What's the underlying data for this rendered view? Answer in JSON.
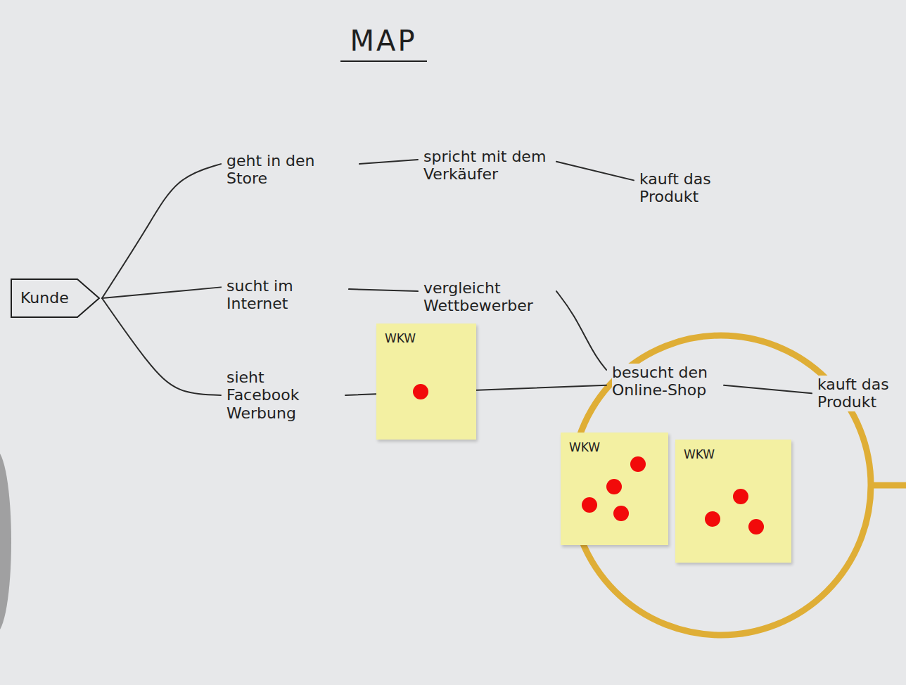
{
  "diagram": {
    "title": "MAP",
    "nodes": [
      {
        "text": [
          "Kunde"
        ]
      },
      {
        "text": [
          "geht in den Store"
        ]
      },
      {
        "text": [
          "spricht mit dem Verkäufer"
        ]
      },
      {
        "text": [
          "kauft das Produkt"
        ]
      },
      {
        "text": [
          "sucht im Internet"
        ]
      },
      {
        "text": [
          "vergleicht Wettbewerber"
        ]
      },
      {
        "text": [
          "sieht Facebook Werbung"
        ]
      },
      {
        "text": [
          "WKW"
        ]
      },
      {
        "text": [
          "besucht den Online-Shop"
        ]
      },
      {
        "text": [
          "kauft das Produkt"
        ]
      },
      {
        "text": [
          "WKW"
        ]
      },
      {
        "text": [
          "WKW"
        ]
      }
    ],
    "edges": [
      {
        "from": 0,
        "to": 1,
        "arrow": "none"
      },
      {
        "from": 0,
        "to": 4,
        "arrow": "none"
      },
      {
        "from": 0,
        "to": 6,
        "arrow": "none"
      },
      {
        "from": 1,
        "to": 2,
        "arrow": "none"
      },
      {
        "from": 2,
        "to": 3,
        "arrow": "none"
      },
      {
        "from": 4,
        "to": 5,
        "arrow": "none"
      },
      {
        "from": 5,
        "to": 8,
        "arrow": "none"
      },
      {
        "from": 6,
        "to": 8,
        "arrow": "none"
      },
      {
        "from": 8,
        "to": 9,
        "arrow": "none"
      }
    ]
  }
}
